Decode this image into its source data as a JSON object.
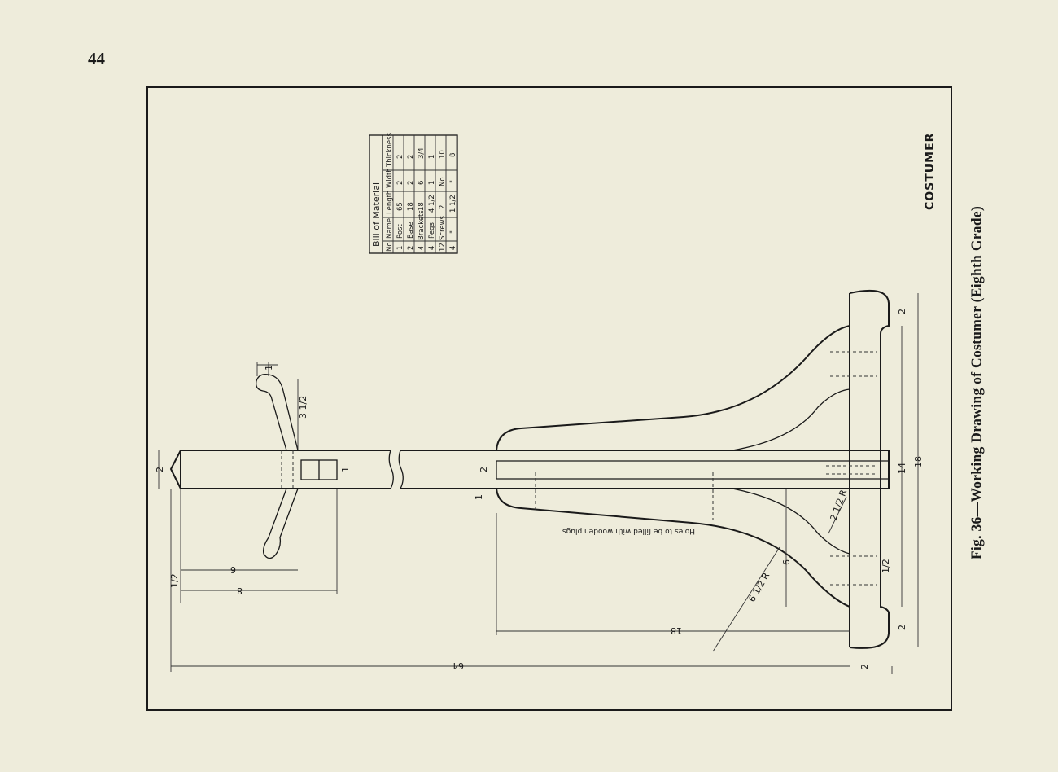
{
  "page": {
    "number": "44"
  },
  "caption": "Fig. 36—Working Drawing of Costumer (Eighth Grade)",
  "drawing": {
    "title": "COSTUMER",
    "hole_note": "Holes to be filled with wooden plugs",
    "dimensions": {
      "overall_length": "64",
      "bracket_length": "18",
      "bracket_radius_outer": "6 1/2 R",
      "bracket_radius_inner": "2 1/2 R",
      "bracket_height": "6",
      "base_inner": "14",
      "base_length": "18",
      "base_end_top": "2",
      "base_end_bottom": "2",
      "base_thickness": "2",
      "base_step": "1/2",
      "post_width": "2",
      "post_mortise": "1",
      "post_tenon_depth": "2",
      "post_tenon_end": "1",
      "peg_position_6": "6",
      "peg_position_8": "8",
      "peg_offset": "1/2",
      "peg_hook_reach": "3 1/2",
      "peg_thickness": "1"
    },
    "bill_of_material": {
      "title": "Bill of Material",
      "headers": [
        "No",
        "Name",
        "Length",
        "Width",
        "Thickness"
      ],
      "rows": [
        [
          "1",
          "Post",
          "65",
          "2",
          "2"
        ],
        [
          "2",
          "Base",
          "18",
          "2",
          "2"
        ],
        [
          "4",
          "Brackets",
          "18",
          "6",
          "3/4"
        ],
        [
          "4",
          "Pegs",
          "4 1/2",
          "1",
          "1"
        ],
        [
          "12",
          "Screws",
          "2",
          "No",
          "10"
        ],
        [
          "4",
          "\"",
          "1 1/2",
          "\"",
          "8"
        ]
      ]
    }
  }
}
